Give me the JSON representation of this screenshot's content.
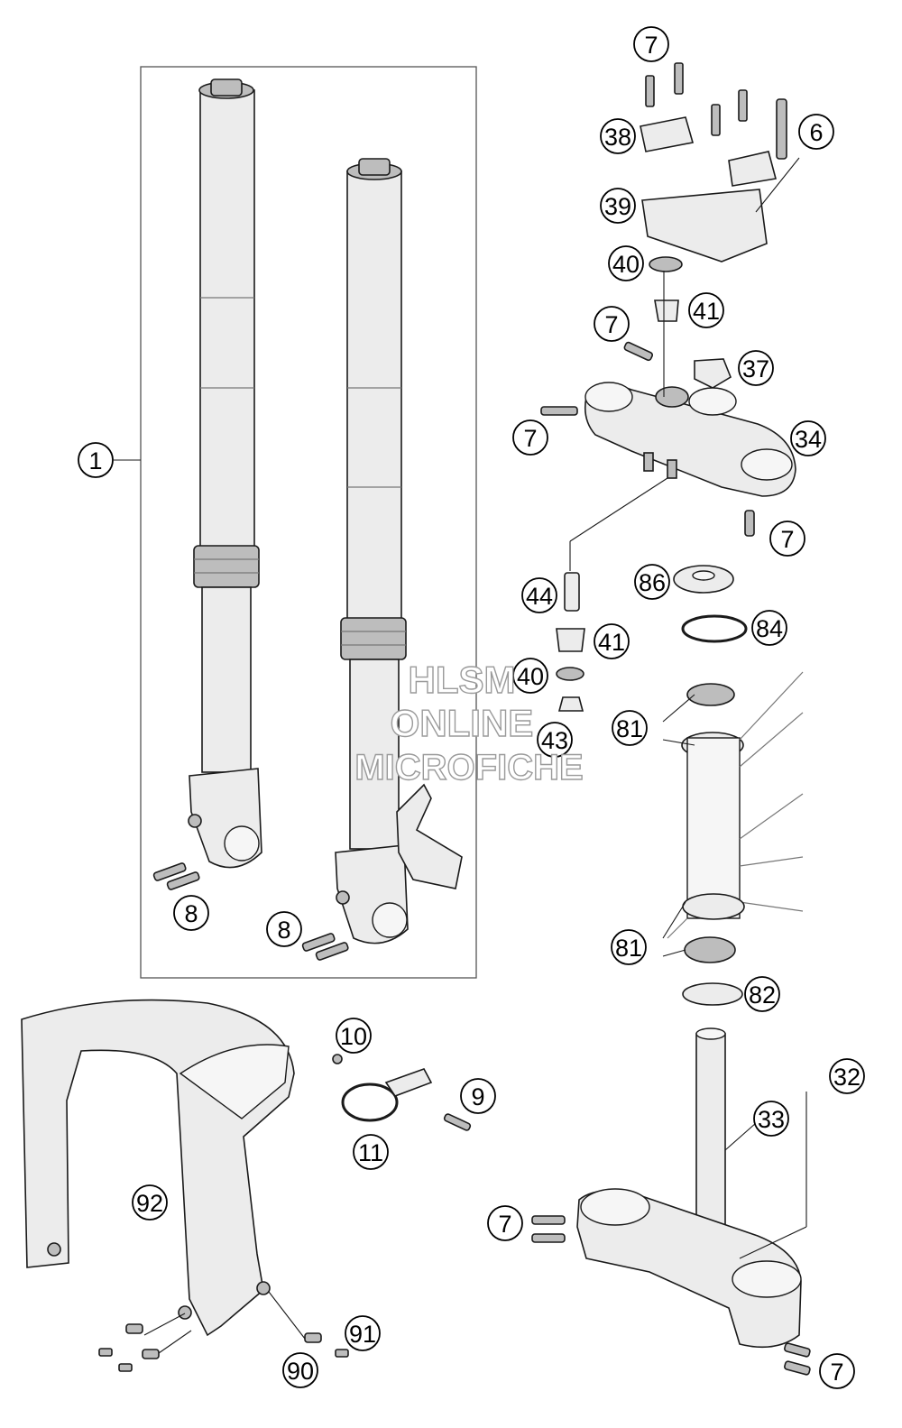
{
  "callouts": [
    "1",
    "6",
    "7",
    "7",
    "7",
    "7",
    "7",
    "7",
    "8",
    "8",
    "9",
    "10",
    "11",
    "32",
    "33",
    "34",
    "37",
    "38",
    "39",
    "40",
    "40",
    "41",
    "41",
    "43",
    "44",
    "81",
    "81",
    "82",
    "84",
    "86",
    "90",
    "91",
    "92"
  ],
  "watermark": {
    "line1": "HLSM",
    "line2": "ONLINE",
    "line3": "MICROFICHE"
  }
}
